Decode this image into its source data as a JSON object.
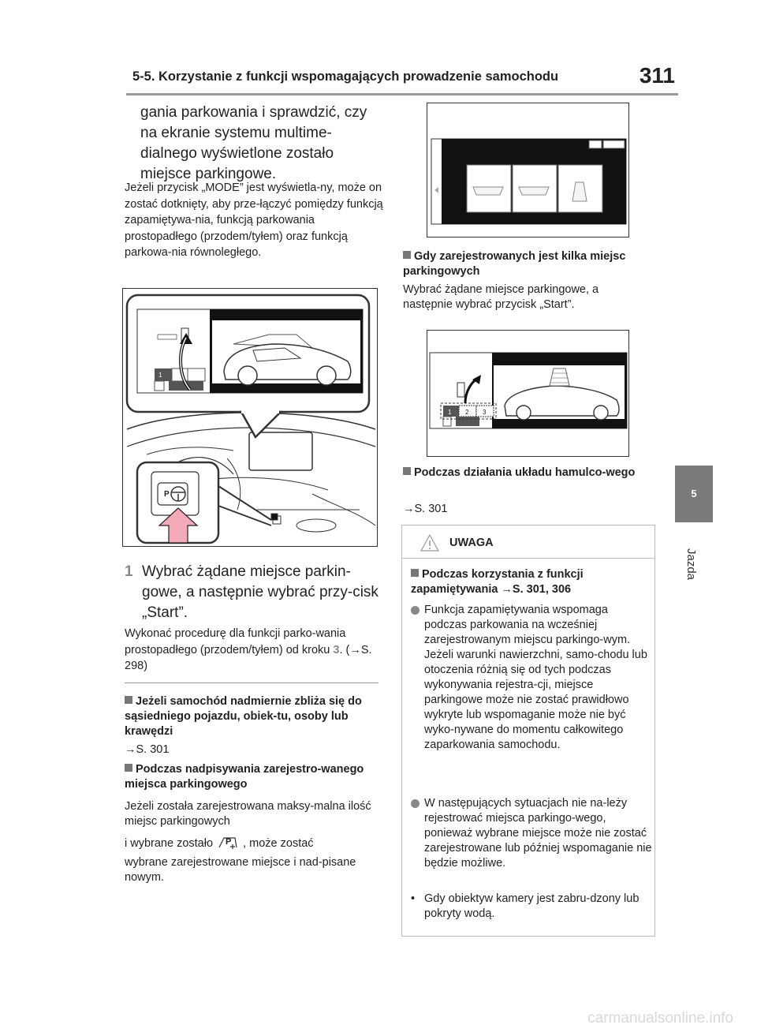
{
  "header": {
    "title": "5-5. Korzystanie z funkcji wspomagających prowadzenie samochodu",
    "page_number": "311"
  },
  "side_tab": {
    "number": "5",
    "label": "Jazda"
  },
  "left": {
    "lead": "gania parkowania i sprawdzić, czy na ekranie systemu multime-dialnego wyświetlone zostało miejsce parkingowe.",
    "note1": "Jeżeli przycisk „MODE” jest wyświetla-ny, może on zostać dotknięty, aby prze-łączyć pomiędzy funkcją zapamiętywa-nia, funkcją parkowania prostopadłego (przodem/tyłem) oraz funkcją parkowa-nia równoległego.",
    "figure_labels": {
      "p_button": "P",
      "slot1": "1"
    },
    "step_number": "1",
    "step_text": "Wybrać żądane miejsce parkin-gowe, a następnie wybrać przy-cisk „Start”.",
    "step_note_a": "Wykonać procedurę dla funkcji parko-wania prostopadłego (przodem/tyłem) od kroku ",
    "step_note_num": "3",
    "step_note_b": ". (→S. 298)",
    "section1_title": "Jeżeli samochód nadmiernie zbliża się do sąsiedniego pojazdu, obiek-tu, osoby lub krawędzi",
    "section1_ref": "→S. 301",
    "section2_title": "Podczas nadpisywania zarejestro-wanego miejsca parkingowego",
    "section2_text1": "Jeżeli została zarejestrowana maksy-malna ilość miejsc parkingowych",
    "section2_text2a": "i wybrane zostało",
    "section2_text2b": ", może zostać",
    "section2_text3": "wybrane zarejestrowane miejsce i nad-pisane nowym."
  },
  "right": {
    "section3_title": "Gdy zarejestrowanych jest kilka miejsc parkingowych",
    "section3_text": "Wybrać żądane miejsce parkingowe, a następnie wybrać przycisk „Start”.",
    "figure_c_slots": [
      "1",
      "2",
      "3"
    ],
    "section4_title": "Podczas działania układu hamulco-wego",
    "section4_ref": "→S. 301"
  },
  "warning": {
    "title": "UWAGA",
    "section_title": "Podczas korzystania z funkcji zapamiętywania →S. 301, 306",
    "bullet1": "Funkcja zapamiętywania wspomaga podczas parkowania na wcześniej zarejestrowanym miejscu parkingo-wym. Jeżeli warunki nawierzchni, samo-chodu lub otoczenia różnią się od tych podczas wykonywania rejestra-cji, miejsce parkingowe może nie zostać prawidłowo wykryte lub wspomaganie może nie być wyko-nywane do momentu całkowitego zaparkowania samochodu.",
    "bullet2": "W następujących sytuacjach nie na-leży rejestrować miejsca parkingo-wego, ponieważ wybrane miejsce może nie zostać zarejestrowane lub później wspomaganie nie będzie możliwe.",
    "bullet3": "Gdy obiektyw kamery jest zabru-dzony lub pokryty wodą."
  },
  "watermark": "carmanualsonline.info",
  "colors": {
    "accent_gray": "#888888",
    "tab_gray": "#7a7a7a",
    "screen_black": "#111111"
  }
}
